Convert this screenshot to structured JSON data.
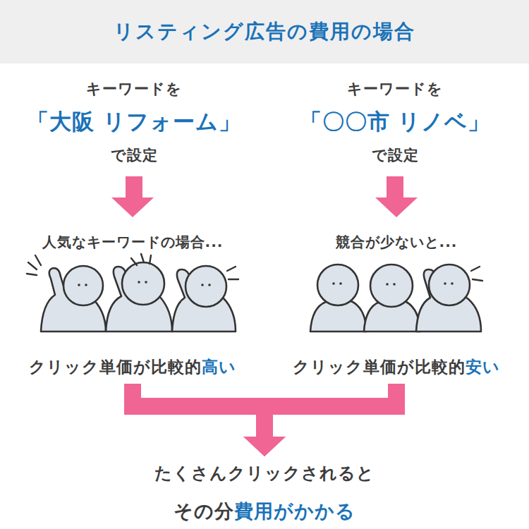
{
  "diagram": {
    "title": "リスティング広告の費用の場合",
    "nodes": [
      {
        "text": [
          "キーワードを",
          "「大阪 リフォーム」",
          "で設定"
        ]
      },
      {
        "text": [
          "キーワードを",
          "「〇〇市 リノベ」",
          "で設定"
        ]
      },
      {
        "text": [
          "人気なキーワードの場合...",
          "クリック単価が比較的",
          "高い"
        ]
      },
      {
        "text": [
          "競合が少ないと...",
          "クリック単価が比較的",
          "安い"
        ]
      },
      {
        "text": [
          "たくさんクリックされると",
          "その分",
          "費用がかかる"
        ]
      }
    ],
    "edges": [
      {
        "from": 0,
        "to": 2,
        "arrow": "to"
      },
      {
        "from": 1,
        "to": 3,
        "arrow": "to"
      },
      {
        "from": 2,
        "to": 4,
        "arrow": "to"
      },
      {
        "from": 3,
        "to": 4,
        "arrow": "to"
      }
    ]
  }
}
